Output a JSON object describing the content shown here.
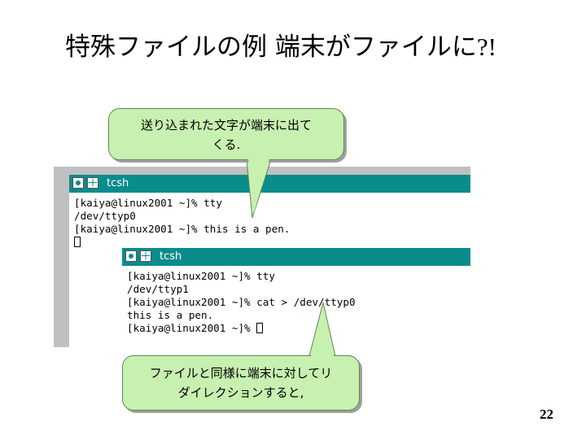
{
  "slide": {
    "title_main": "特殊ファイルの例 端末がファイルに",
    "title_tail": "?!",
    "page_number": "22"
  },
  "callouts": {
    "top_line1": "送り込まれた文字が端末に出て",
    "top_line2": "くる.",
    "bottom_line1": "ファイルと同様に端末に対してリ",
    "bottom_line2": "ダイレクションすると,"
  },
  "terminals": [
    {
      "title": "tcsh",
      "lines": [
        "[kaiya@linux2001 ~]% tty",
        "/dev/ttyp0",
        "[kaiya@linux2001 ~]% this is a pen."
      ]
    },
    {
      "title": "tcsh",
      "lines": [
        "[kaiya@linux2001 ~]% tty",
        "/dev/ttyp1",
        "[kaiya@linux2001 ~]% cat > /dev/ttyp0",
        "this is a pen.",
        "[kaiya@linux2001 ~]% "
      ]
    }
  ],
  "colors": {
    "titlebar": "#0a8c8c",
    "callout_fill": "#c8f0b0"
  }
}
